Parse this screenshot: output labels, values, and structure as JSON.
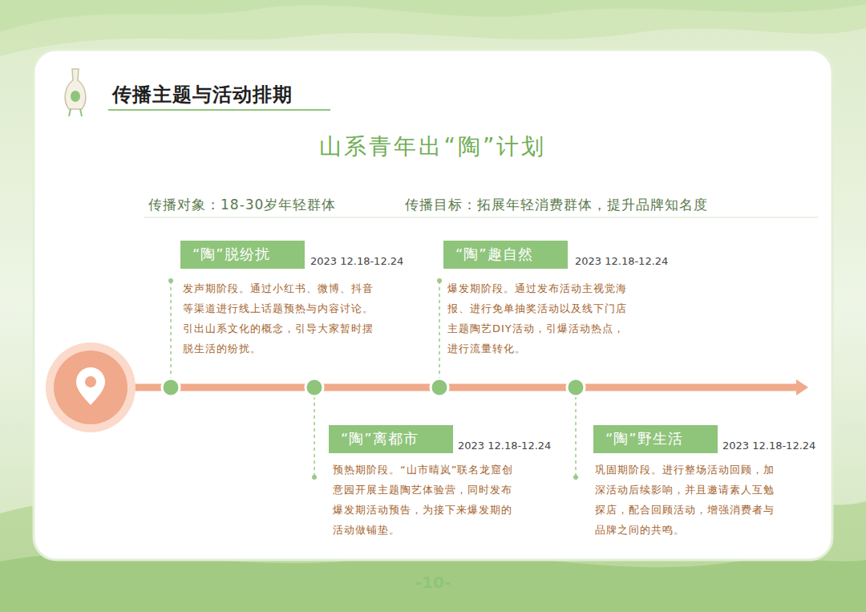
{
  "diagram": {
    "title": "传播主题与活动排期",
    "nodes": [
      {
        "text": [
          "“陶”脱纷扰"
        ]
      },
      {
        "text": [
          "“陶”离都市"
        ]
      },
      {
        "text": [
          "“陶”趣自然"
        ]
      },
      {
        "text": [
          "“陶”野生活"
        ]
      }
    ],
    "labels": [
      "山系青年出“陶”计划",
      "传播对象：18-30岁年轻群体",
      "传播目标：拓展年轻消费群体，提升品牌知名度",
      "2023 12.18-12.24",
      "发声期阶段。通过小红书、微博、抖音等渠道进行线上话题预热与内容讨论。引出山系文化的概念，引导大家暂时摆脱生活的纷扰。",
      "2023 12.18-12.24",
      "预热期阶段。“山市晴岚”联名龙窟创意园开展主题陶艺体验营，同时发布爆发期活动预告，为接下来爆发期的活动做铺垫。",
      "2023 12.18-12.24",
      "爆发期阶段。通过发布活动主视觉海报、进行免单抽奖活动以及线下门店主题陶艺DIY活动，引爆活动热点，进行流量转化。",
      "2023 12.18-12.24",
      "巩固期阶段。进行整场活动回顾，加深活动后续影响，并且邀请素人互勉探店，配合回顾活动，增强消费者与品牌之间的共鸣。",
      "-10-"
    ]
  }
}
